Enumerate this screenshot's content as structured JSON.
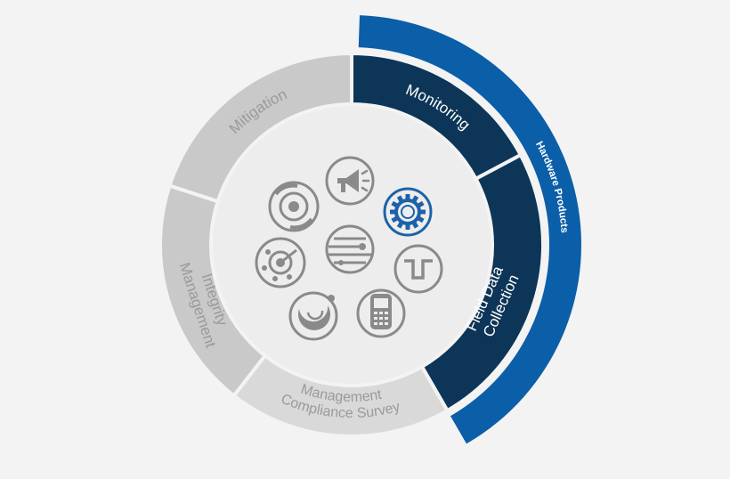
{
  "colors": {
    "background": "#f3f3f3",
    "segment_gray": "#c9c9c9",
    "segment_gray_light": "#d9d9d9",
    "segment_dark": "#0d3557",
    "outer_arc": "#0b5ea8",
    "icon_gray": "#8a8a8a",
    "icon_highlight": "#1d62a8",
    "label_gray": "#9a9a9a",
    "label_white": "#ffffff"
  },
  "outer_arc": {
    "label": "Hardware Products"
  },
  "segments": {
    "monitoring": {
      "label": "Monitoring",
      "state": "highlighted"
    },
    "field_data_collection": {
      "line1": "Field Data",
      "line2": "Collection",
      "state": "highlighted"
    },
    "compliance_survey_management": {
      "line1": "Compliance Survey",
      "line2": "Management",
      "state": "normal"
    },
    "integrity_management": {
      "line1": "Integrity",
      "line2": "Management",
      "state": "normal"
    },
    "mitigation": {
      "label": "Mitigation",
      "state": "normal"
    }
  },
  "icons": [
    {
      "name": "target-circle-icon"
    },
    {
      "name": "megaphone-icon"
    },
    {
      "name": "gear-icon",
      "highlighted": true
    },
    {
      "name": "radar-icon"
    },
    {
      "name": "globe-lines-icon"
    },
    {
      "name": "square-wave-icon"
    },
    {
      "name": "crescent-orbit-icon"
    },
    {
      "name": "handheld-device-icon"
    }
  ]
}
